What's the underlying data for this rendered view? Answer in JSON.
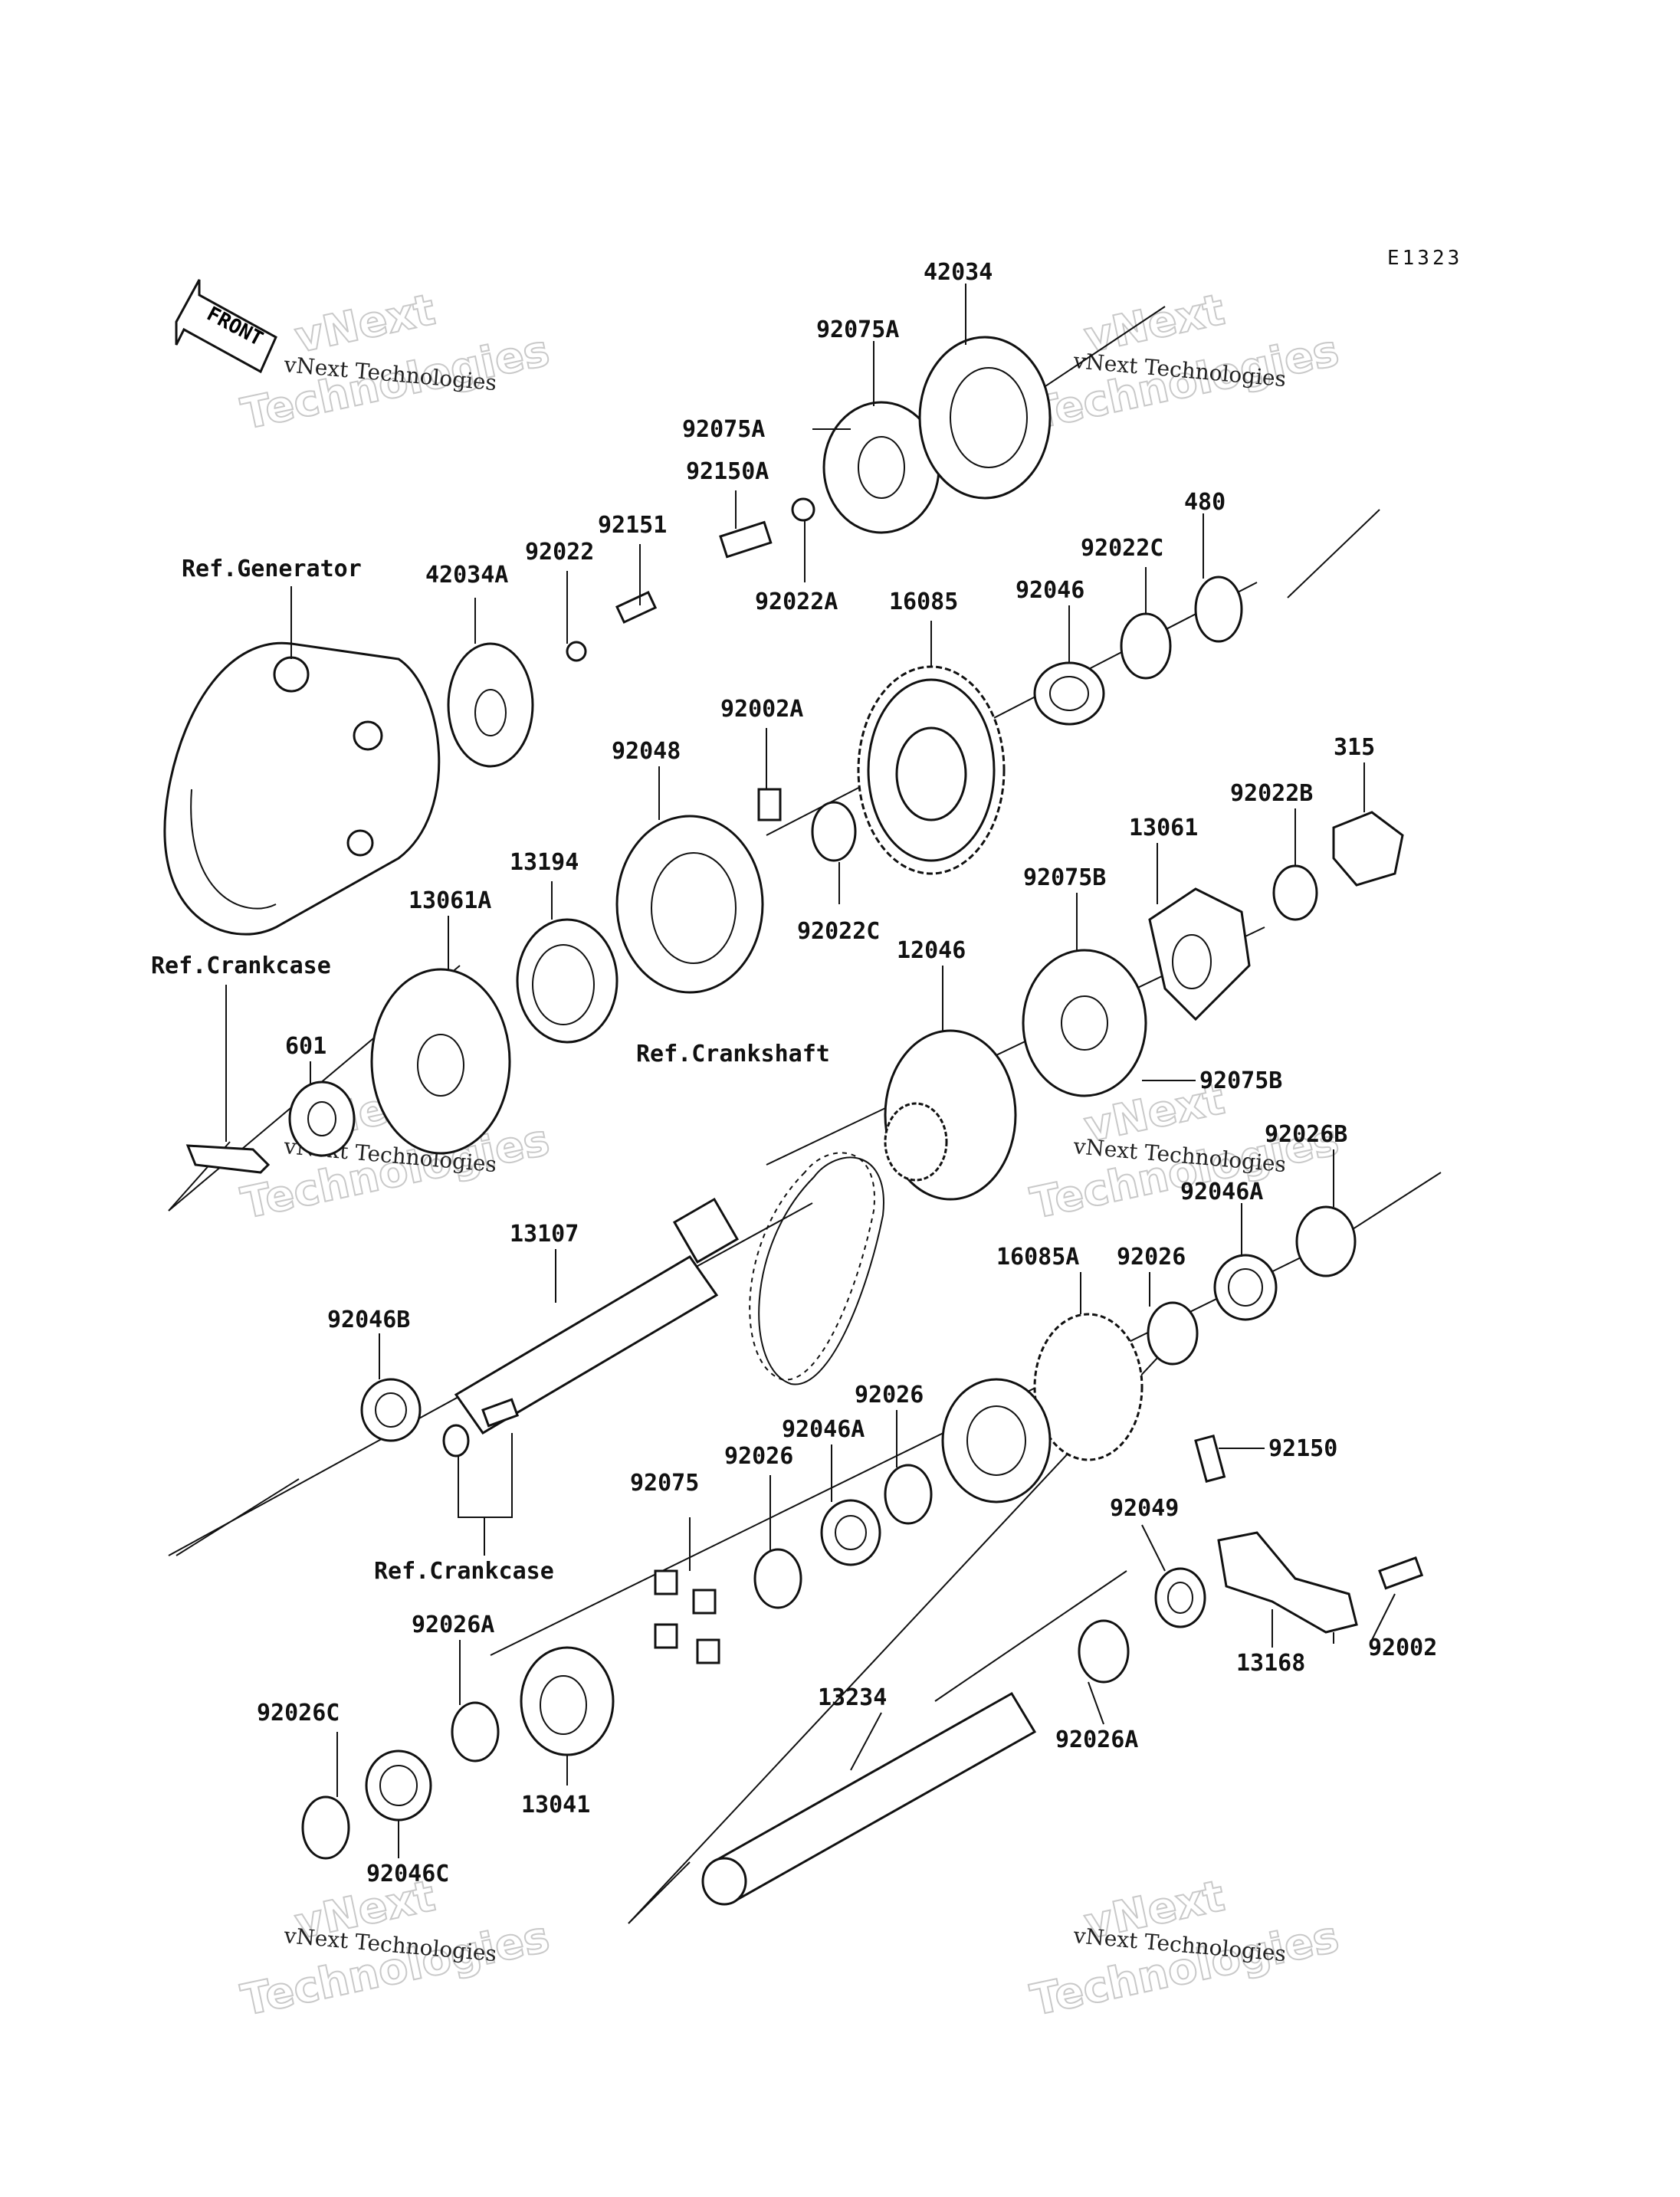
{
  "diagram_code": "E1323",
  "front_indicator": "FRONT",
  "watermark": {
    "line1": "vNext Technologies",
    "line2": "vNext",
    "line3": "Technologies"
  },
  "parts": {
    "p42034": "42034",
    "p92075A_1": "92075A",
    "p92075A_2": "92075A",
    "p92150A": "92150A",
    "p92022A": "92022A",
    "p92151": "92151",
    "p92022": "92022",
    "p42034A": "42034A",
    "refGenerator": "Ref.Generator",
    "p480": "480",
    "p92022C_1": "92022C",
    "p92046": "92046",
    "p16085": "16085",
    "p92002A": "92002A",
    "p92048": "92048",
    "p315": "315",
    "p92022B": "92022B",
    "p13061": "13061",
    "p92075B_1": "92075B",
    "p13194": "13194",
    "p13061A": "13061A",
    "p92022C_2": "92022C",
    "p12046": "12046",
    "refCrankcase1": "Ref.Crankcase",
    "p601": "601",
    "refCrankshaft": "Ref.Crankshaft",
    "p92075B_2": "92075B",
    "p92026B": "92026B",
    "p92046A_1": "92046A",
    "p13107": "13107",
    "p92026_1": "92026",
    "p16085A": "16085A",
    "p92046B": "92046B",
    "p92026_2": "92026",
    "p92046A_2": "92046A",
    "p92150": "92150",
    "p92075": "92075",
    "p92026_3": "92026",
    "p92049": "92049",
    "refCrankcase2": "Ref.Crankcase",
    "p92002": "92002",
    "p13168": "13168",
    "p92026A_1": "92026A",
    "p13234": "13234",
    "p92026C": "92026C",
    "p13041": "13041",
    "p92026A_2": "92026A",
    "p92046C": "92046C"
  }
}
